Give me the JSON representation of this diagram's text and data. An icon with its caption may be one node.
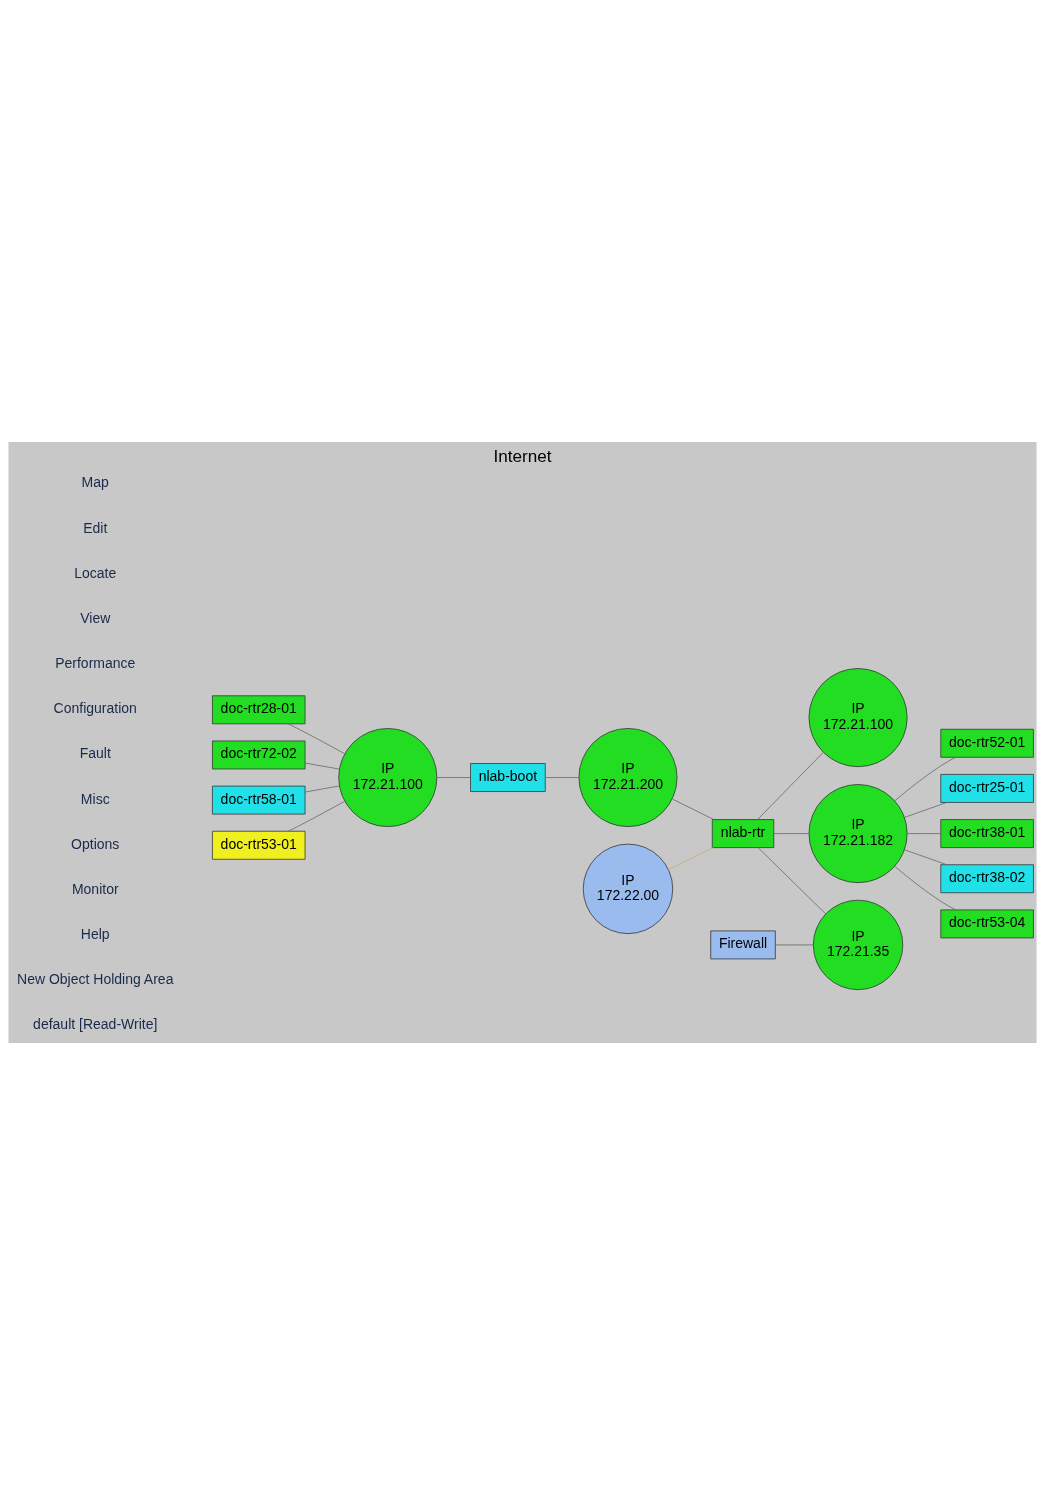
{
  "diagram": {
    "title": "Internet",
    "nodes": [
      {
        "text": [
          "doc-rtr28-01"
        ]
      },
      {
        "text": [
          "doc-rtr72-02"
        ]
      },
      {
        "text": [
          "IP",
          "172.21.100"
        ]
      },
      {
        "text": [
          "nlab-boot"
        ]
      },
      {
        "text": [
          "IP",
          "172.21.200"
        ]
      },
      {
        "text": [
          "IP",
          "172.22.00"
        ]
      },
      {
        "text": [
          "IP",
          "172.21.100"
        ]
      },
      {
        "text": [
          "doc-rtr52-01"
        ]
      },
      {
        "text": [
          "nlab-rtr"
        ]
      },
      {
        "text": [
          "IP",
          "172.21.182"
        ]
      },
      {
        "text": [
          "doc-rtr25-01"
        ]
      },
      {
        "text": [
          "doc-rtr58-01"
        ]
      },
      {
        "text": [
          "doc-rtr38-01"
        ]
      },
      {
        "text": [
          "Firewall"
        ]
      },
      {
        "text": [
          "IP",
          "172.21.35"
        ]
      },
      {
        "text": [
          "doc-rtr53-01"
        ]
      },
      {
        "text": [
          "doc-rtr38-02"
        ]
      },
      {
        "text": [
          "doc-rtr53-04"
        ]
      }
    ],
    "edges": [
      {
        "from": 0,
        "to": 2,
        "arrow": "none"
      },
      {
        "from": 1,
        "to": 2,
        "arrow": "none"
      },
      {
        "from": 11,
        "to": 2,
        "arrow": "none"
      },
      {
        "from": 15,
        "to": 2,
        "arrow": "none"
      },
      {
        "from": 2,
        "to": 3,
        "arrow": "none"
      },
      {
        "from": 3,
        "to": 4,
        "arrow": "none"
      },
      {
        "from": 4,
        "to": 8,
        "arrow": "none"
      },
      {
        "from": 5,
        "to": 8,
        "arrow": "none",
        "color": "#c8a878"
      },
      {
        "from": 8,
        "to": 6,
        "arrow": "none"
      },
      {
        "from": 8,
        "to": 9,
        "arrow": "none"
      },
      {
        "from": 8,
        "to": 14,
        "arrow": "none"
      },
      {
        "from": 13,
        "to": 14,
        "arrow": "none"
      },
      {
        "from": 9,
        "to": 7,
        "arrow": "none"
      },
      {
        "from": 9,
        "to": 10,
        "arrow": "none"
      },
      {
        "from": 9,
        "to": 12,
        "arrow": "none"
      },
      {
        "from": 9,
        "to": 17,
        "arrow": "none"
      },
      {
        "from": 9,
        "to": 16,
        "arrow": "none"
      }
    ],
    "labels": [
      "Map",
      "Edit",
      "Locate",
      "View",
      "Performance",
      "Configuration",
      "Fault",
      "Misc",
      "Options",
      "Monitor",
      "Help",
      "New Object Holding Area",
      "default [Read-Write]"
    ]
  }
}
